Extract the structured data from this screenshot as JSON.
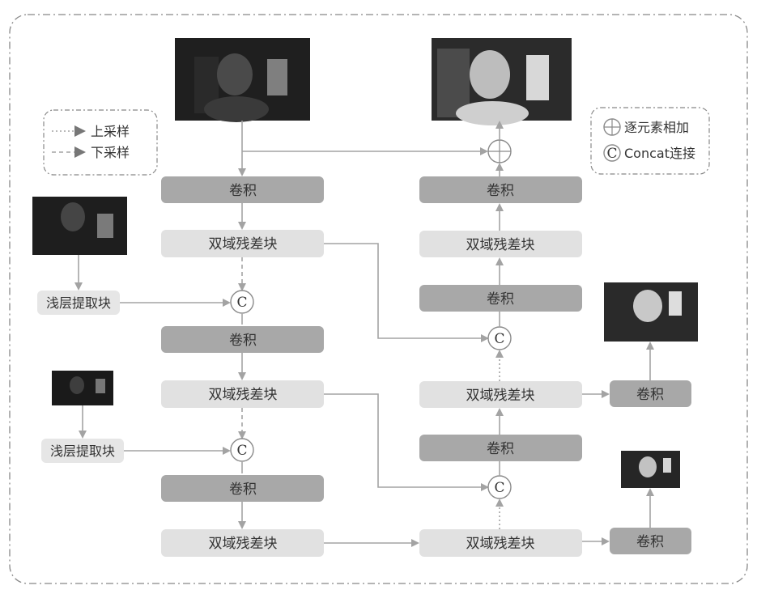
{
  "legend_sampling": {
    "upsample": "上采样",
    "downsample": "下采样"
  },
  "legend_ops": {
    "add_symbol": "⊕",
    "add": "逐元素相加",
    "concat_symbol": "C",
    "concat": "Concat连接"
  },
  "encoder": {
    "conv": "卷积",
    "dual_domain_residual": "双域残差块"
  },
  "decoder": {
    "conv": "卷积",
    "dual_domain_residual": "双域残差块"
  },
  "shallow": {
    "label": "浅层提取块"
  },
  "colors": {
    "dark_block": "#a8a8a8",
    "light_block": "#e1e1e1",
    "arrow": "#a3a3a3"
  }
}
